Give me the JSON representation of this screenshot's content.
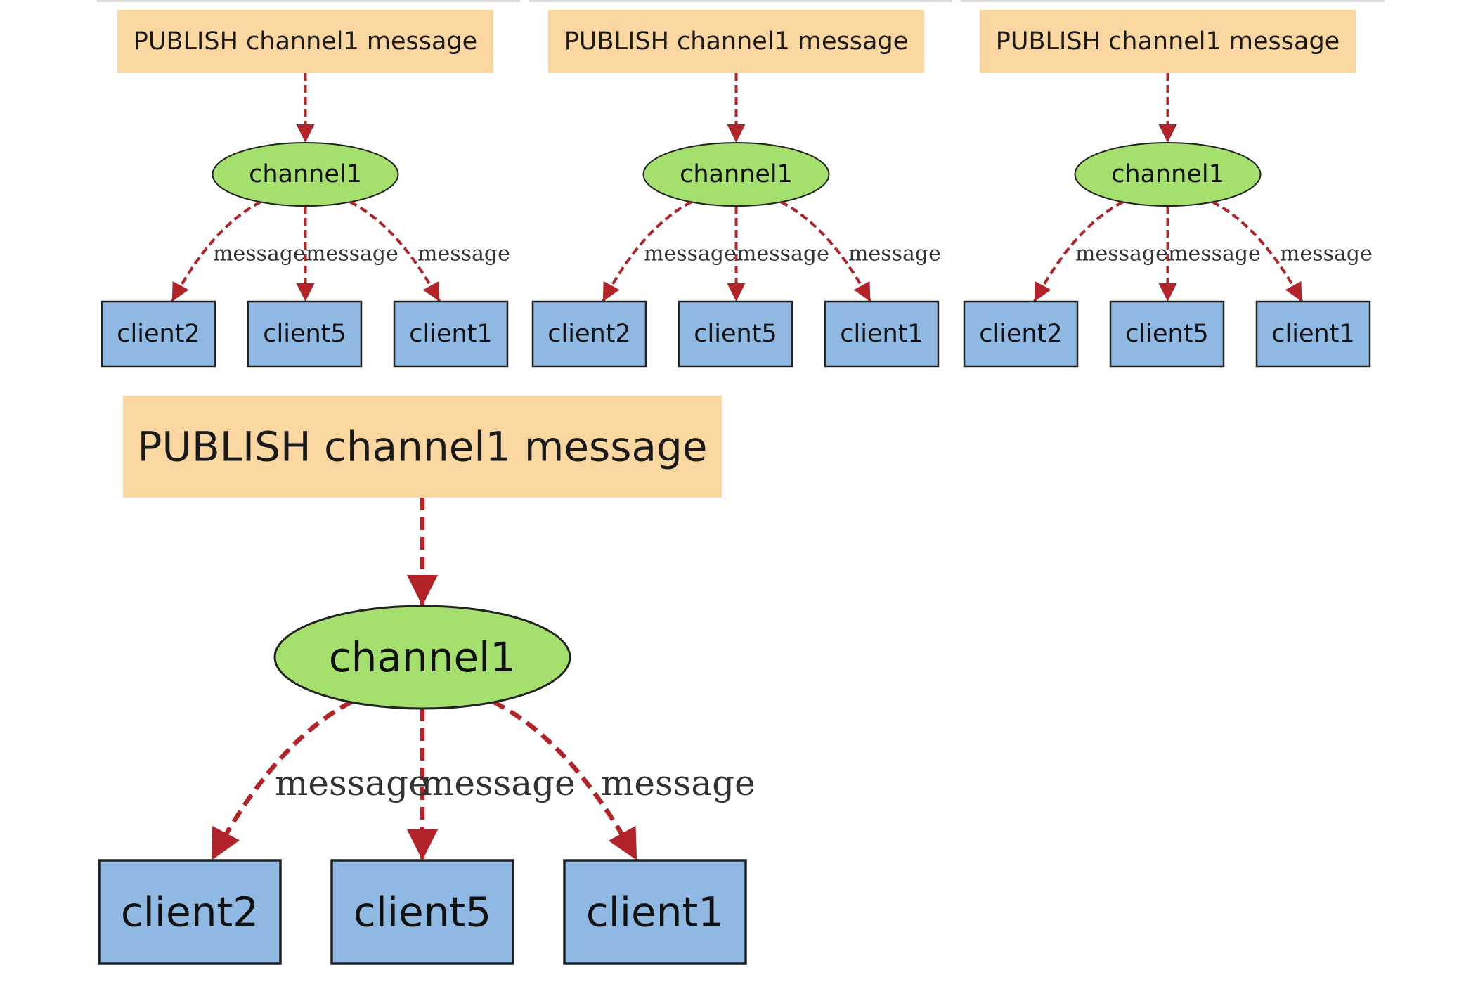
{
  "colors": {
    "publish_fill": "#fad7a0",
    "channel_fill": "#a5e06f",
    "client_fill": "#8fb8e2",
    "edge": "#b2242a",
    "outline": "#222222",
    "divider": "#d8d8d8"
  },
  "diagrams": [
    {
      "publish": "PUBLISH channel1 message",
      "channel": "channel1",
      "edges": [
        {
          "label": "message",
          "client": "client2"
        },
        {
          "label": "message",
          "client": "client5"
        },
        {
          "label": "message",
          "client": "client1"
        }
      ]
    },
    {
      "publish": "PUBLISH channel1 message",
      "channel": "channel1",
      "edges": [
        {
          "label": "message",
          "client": "client2"
        },
        {
          "label": "message",
          "client": "client5"
        },
        {
          "label": "message",
          "client": "client1"
        }
      ]
    },
    {
      "publish": "PUBLISH channel1 message",
      "channel": "channel1",
      "edges": [
        {
          "label": "message",
          "client": "client2"
        },
        {
          "label": "message",
          "client": "client5"
        },
        {
          "label": "message",
          "client": "client1"
        }
      ]
    },
    {
      "publish": "PUBLISH channel1 message",
      "channel": "channel1",
      "edges": [
        {
          "label": "message",
          "client": "client2"
        },
        {
          "label": "message",
          "client": "client5"
        },
        {
          "label": "message",
          "client": "client1"
        }
      ]
    }
  ]
}
